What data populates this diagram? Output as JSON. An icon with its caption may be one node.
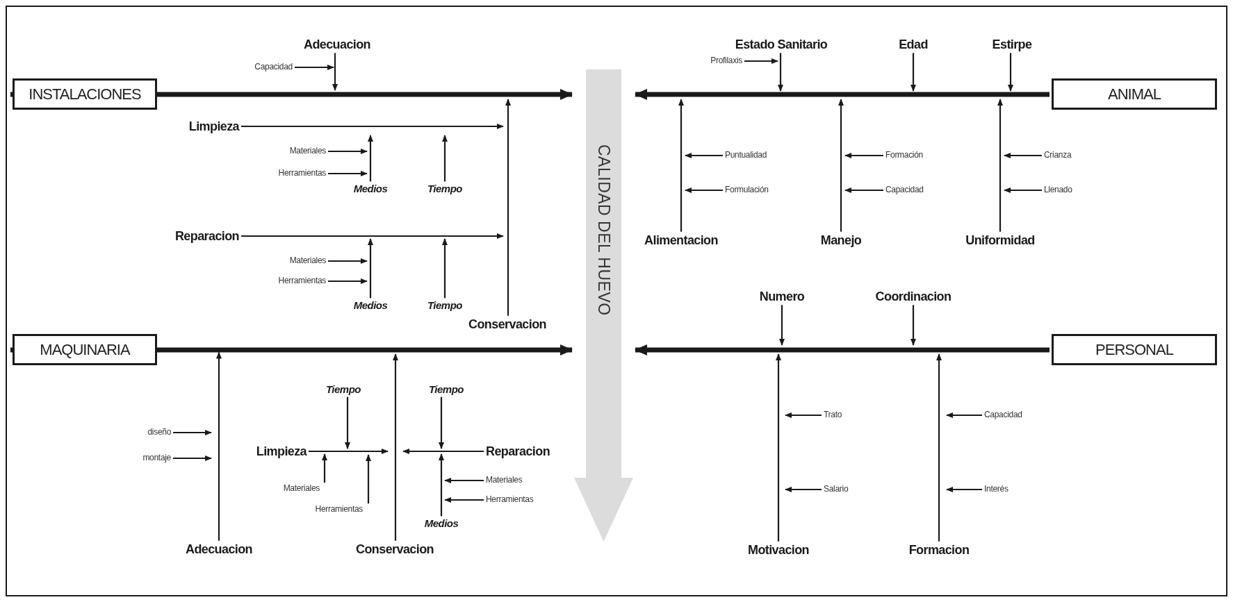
{
  "diagram": {
    "nodes": [
      {
        "text": [
          "INSTALACIONES"
        ]
      },
      {
        "text": [
          "Adecuacion"
        ]
      },
      {
        "text": [
          "Capacidad"
        ]
      },
      {
        "text": [
          "Limpieza"
        ]
      },
      {
        "text": [
          "Materiales"
        ]
      },
      {
        "text": [
          "Herramientas"
        ]
      },
      {
        "text": [
          "Medios"
        ]
      },
      {
        "text": [
          "Tiempo"
        ]
      },
      {
        "text": [
          "Reparacion"
        ]
      },
      {
        "text": [
          "Materiales"
        ]
      },
      {
        "text": [
          "Herramientas"
        ]
      },
      {
        "text": [
          "Medios"
        ]
      },
      {
        "text": [
          "Tiempo"
        ]
      },
      {
        "text": [
          "Conservacion"
        ]
      },
      {
        "text": [
          "CALIDAD DEL HUEVO"
        ]
      },
      {
        "text": [
          "Estado Sanitario"
        ]
      },
      {
        "text": [
          "Profilaxis"
        ]
      },
      {
        "text": [
          "Edad"
        ]
      },
      {
        "text": [
          "Estirpe"
        ]
      },
      {
        "text": [
          "ANIMAL"
        ]
      },
      {
        "text": [
          "Puntualidad"
        ]
      },
      {
        "text": [
          "Formación"
        ]
      },
      {
        "text": [
          "Crianza"
        ]
      },
      {
        "text": [
          "Formulación"
        ]
      },
      {
        "text": [
          "Capacidad"
        ]
      },
      {
        "text": [
          "Llenado"
        ]
      },
      {
        "text": [
          "Alimentacion"
        ]
      },
      {
        "text": [
          "Manejo"
        ]
      },
      {
        "text": [
          "Uniformidad"
        ]
      },
      {
        "text": [
          "MAQUINARIA"
        ]
      },
      {
        "text": [
          "Tiempo"
        ]
      },
      {
        "text": [
          "Tiempo"
        ]
      },
      {
        "text": [
          "diseño"
        ]
      },
      {
        "text": [
          "Limpieza"
        ]
      },
      {
        "text": [
          "Reparacion"
        ]
      },
      {
        "text": [
          "montaje"
        ]
      },
      {
        "text": [
          "Materiales"
        ]
      },
      {
        "text": [
          "Materiales"
        ]
      },
      {
        "text": [
          "Herramientas"
        ]
      },
      {
        "text": [
          "Herramientas"
        ]
      },
      {
        "text": [
          "Medios"
        ]
      },
      {
        "text": [
          "Adecuacion"
        ]
      },
      {
        "text": [
          "Conservacion"
        ]
      },
      {
        "text": [
          "Numero"
        ]
      },
      {
        "text": [
          "Coordinacion"
        ]
      },
      {
        "text": [
          "PERSONAL"
        ]
      },
      {
        "text": [
          "Trato"
        ]
      },
      {
        "text": [
          "Salario"
        ]
      },
      {
        "text": [
          "Capacidad"
        ]
      },
      {
        "text": [
          "Interés"
        ]
      },
      {
        "text": [
          "Motivacion"
        ]
      },
      {
        "text": [
          "Formacion"
        ]
      }
    ],
    "edges": [
      {
        "from": 0,
        "to": 14,
        "arrow": "to",
        "style": "thick"
      },
      {
        "from": 19,
        "to": 14,
        "arrow": "to",
        "style": "thick"
      },
      {
        "from": 29,
        "to": 14,
        "arrow": "to",
        "style": "thick"
      },
      {
        "from": 45,
        "to": 14,
        "arrow": "to",
        "style": "thick"
      },
      {
        "from": 1,
        "to": null,
        "arrow": "to"
      },
      {
        "from": 2,
        "to": 1,
        "arrow": "to"
      },
      {
        "from": 3,
        "to": null,
        "arrow": "to"
      },
      {
        "from": 4,
        "to": 6,
        "arrow": "to"
      },
      {
        "from": 5,
        "to": 6,
        "arrow": "to"
      },
      {
        "from": 6,
        "to": null,
        "arrow": "to"
      },
      {
        "from": 7,
        "to": null,
        "arrow": "to"
      },
      {
        "from": 8,
        "to": null,
        "arrow": "to"
      },
      {
        "from": 9,
        "to": 11,
        "arrow": "to"
      },
      {
        "from": 10,
        "to": 11,
        "arrow": "to"
      },
      {
        "from": 11,
        "to": null,
        "arrow": "to"
      },
      {
        "from": 12,
        "to": null,
        "arrow": "to"
      },
      {
        "from": 13,
        "to": null,
        "arrow": "to"
      },
      {
        "from": 15,
        "to": null,
        "arrow": "to"
      },
      {
        "from": 16,
        "to": 15,
        "arrow": "to"
      },
      {
        "from": 17,
        "to": null,
        "arrow": "to"
      },
      {
        "from": 18,
        "to": null,
        "arrow": "to"
      },
      {
        "from": 20,
        "to": null,
        "arrow": "to"
      },
      {
        "from": 23,
        "to": null,
        "arrow": "to"
      },
      {
        "from": 21,
        "to": null,
        "arrow": "to"
      },
      {
        "from": 24,
        "to": null,
        "arrow": "to"
      },
      {
        "from": 22,
        "to": null,
        "arrow": "to"
      },
      {
        "from": 25,
        "to": null,
        "arrow": "to"
      },
      {
        "from": 26,
        "to": null,
        "arrow": "to"
      },
      {
        "from": 27,
        "to": null,
        "arrow": "to"
      },
      {
        "from": 28,
        "to": null,
        "arrow": "to"
      },
      {
        "from": 32,
        "to": null,
        "arrow": "to"
      },
      {
        "from": 35,
        "to": null,
        "arrow": "to"
      },
      {
        "from": 41,
        "to": 29,
        "arrow": "to"
      },
      {
        "from": 33,
        "to": null,
        "arrow": "to"
      },
      {
        "from": 30,
        "to": 33,
        "arrow": "to"
      },
      {
        "from": 37,
        "to": 33,
        "arrow": "to"
      },
      {
        "from": 39,
        "to": null,
        "arrow": "to"
      },
      {
        "from": 42,
        "to": null,
        "arrow": "to"
      },
      {
        "from": 34,
        "to": null,
        "arrow": "to"
      },
      {
        "from": 31,
        "to": 34,
        "arrow": "to"
      },
      {
        "from": 36,
        "to": 40,
        "arrow": "to"
      },
      {
        "from": 38,
        "to": 40,
        "arrow": "to"
      },
      {
        "from": 40,
        "to": 34,
        "arrow": "to"
      },
      {
        "from": 43,
        "to": null,
        "arrow": "to"
      },
      {
        "from": 44,
        "to": null,
        "arrow": "to"
      },
      {
        "from": 50,
        "to": null,
        "arrow": "to"
      },
      {
        "from": 51,
        "to": null,
        "arrow": "to"
      },
      {
        "from": 46,
        "to": null,
        "arrow": "to"
      },
      {
        "from": 47,
        "to": null,
        "arrow": "to"
      },
      {
        "from": 48,
        "to": null,
        "arrow": "to"
      },
      {
        "from": 49,
        "to": null,
        "arrow": "to"
      }
    ]
  }
}
